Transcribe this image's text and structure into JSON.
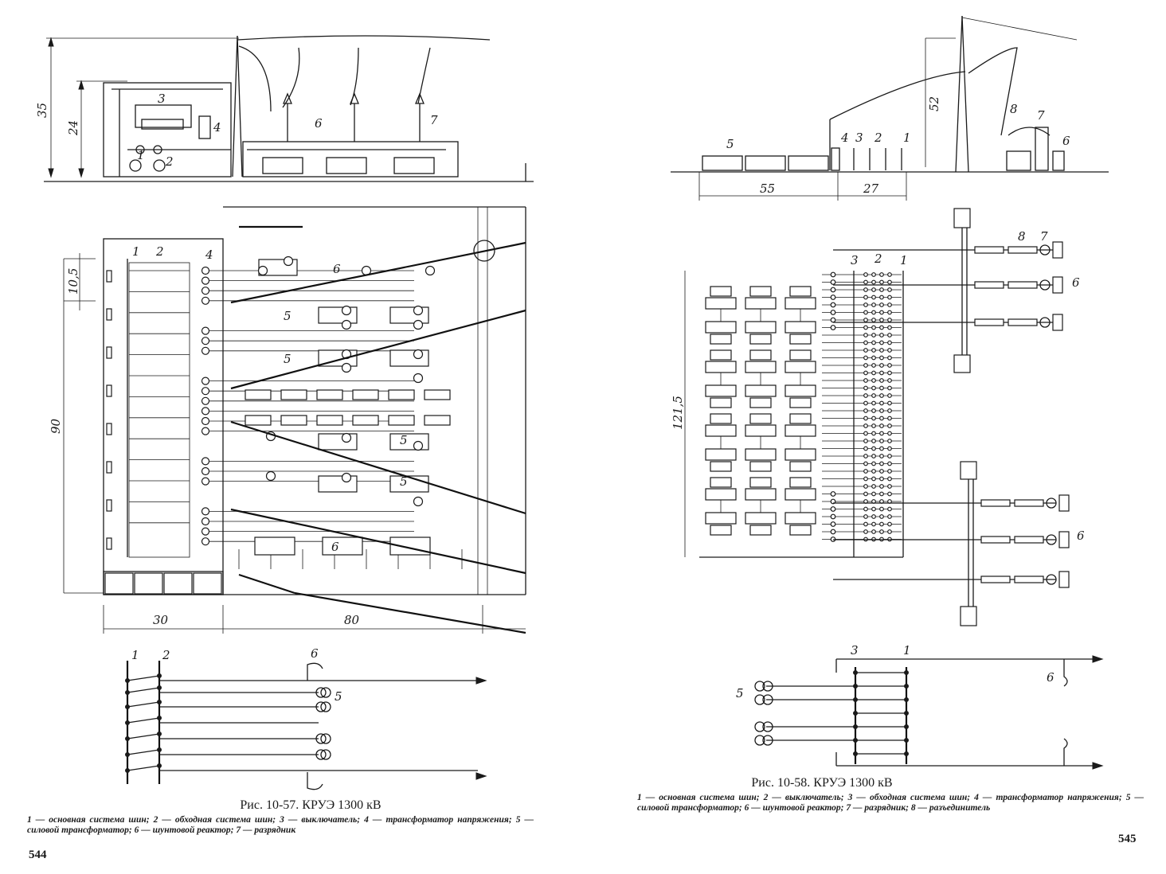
{
  "left_page": {
    "figure_number_caption": "Рис. 10-57. КРУЭ 1300 кВ",
    "legend": "1 — основная система шин; 2 — обходная система шин; 3 — выключатель; 4 — трансформатор напряжения; 5 — силовой трансформатор; 6 — шунтовой реактор; 7 — разрядник",
    "page_number": "544",
    "dimensions": {
      "height_total": "35",
      "height_inner": "24",
      "depth_cell": "10,5",
      "depth_total": "90",
      "width_a": "30",
      "width_b": "80"
    },
    "labels": [
      "1",
      "2",
      "3",
      "4",
      "5",
      "6",
      "7"
    ]
  },
  "right_page": {
    "figure_number_caption": "Рис. 10-58. КРУЭ 1300 кВ",
    "legend": "1 — основная система шин; 2 — выключатель; 3 — обходная система шин; 4 — трансформатор напряжения; 5 — силовой трансформатор; 6 — шунтовой реактор; 7 — разрядник; 8 — разъединитель",
    "page_number": "545",
    "dimensions": {
      "height_tower": "52",
      "width_a": "55",
      "width_b": "27",
      "depth_total": "121,5"
    },
    "labels": [
      "1",
      "2",
      "3",
      "4",
      "5",
      "6",
      "7",
      "8"
    ]
  }
}
